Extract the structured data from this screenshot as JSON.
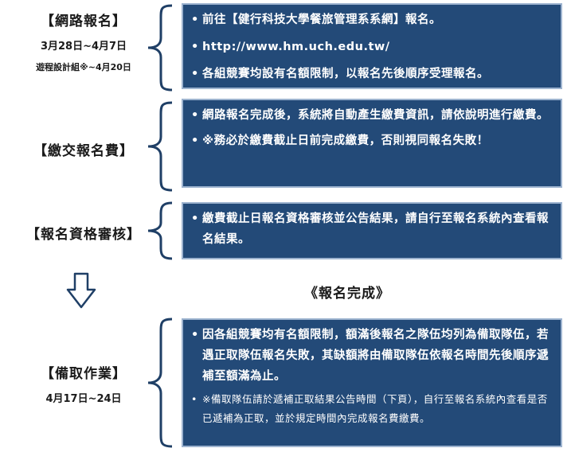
{
  "colors": {
    "box": "#234a78",
    "box_border": "#9db3cf",
    "brace": "#1f3f66",
    "arrow": "#1f3f66"
  },
  "step1": {
    "title": "【網路報名】",
    "date": "3月28日~4月7日",
    "note": "遊程設計組※~4月20日",
    "items": [
      "前往【健行科技大學餐旅管理系系網】報名。",
      "http://www.hm.uch.edu.tw/",
      "各組競賽均設有名額限制，以報名先後順序受理報名。"
    ]
  },
  "step2": {
    "title": "【繳交報名費】",
    "items": [
      "網路報名完成後，系統將自動產生繳費資訊，請依說明進行繳費。",
      "※務必於繳費截止日前完成繳費，否則視同報名失敗！"
    ]
  },
  "step3": {
    "title": "【報名資格審核】",
    "items": [
      "繳費截止日報名資格審核並公告結果，請自行至報名系統內查看報名結果。"
    ]
  },
  "arrow_icon": "down-arrow-icon",
  "complete_text": "《報名完成》",
  "step4": {
    "title": "【備取作業】",
    "date": "4月17日~24日",
    "items": [
      "因各組競賽均有名額限制，額滿後報名之隊伍均列為備取隊伍，若遇正取隊伍報名失敗，其缺額將由備取隊伍依報名時間先後順序遞補至額滿為止。",
      "※備取隊伍請於遞補正取結果公告時間（下頁），自行至報名系統內查看是否已遞補為正取，並於規定時間內完成報名費繳費。"
    ]
  }
}
